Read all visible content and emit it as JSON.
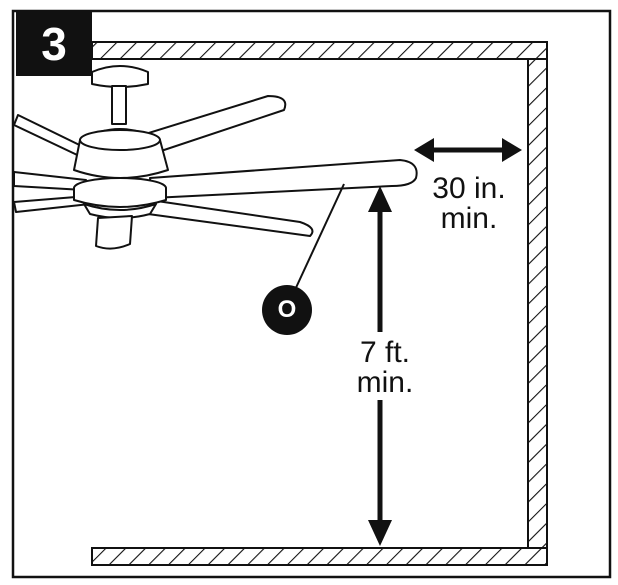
{
  "figure": {
    "step_number": "3",
    "callout_letter": "O",
    "side_clearance": {
      "line1": "30 in.",
      "line2": "min."
    },
    "floor_clearance": {
      "line1": "7 ft.",
      "line2": "min."
    }
  }
}
